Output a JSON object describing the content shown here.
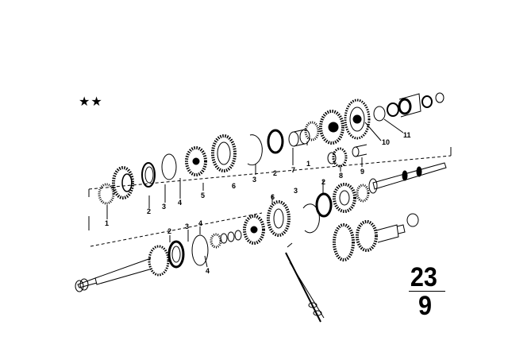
{
  "diagram": {
    "marker": "★★",
    "page_number": {
      "top": "23",
      "bottom": "9"
    },
    "callouts_upper": [
      "1",
      "2",
      "3",
      "4",
      "5",
      "6",
      "3",
      "2",
      "7",
      "1",
      "10",
      "11",
      "8",
      "9"
    ],
    "callouts_lower": [
      "6",
      "3",
      "2",
      "2",
      "3",
      "4",
      "4"
    ]
  }
}
